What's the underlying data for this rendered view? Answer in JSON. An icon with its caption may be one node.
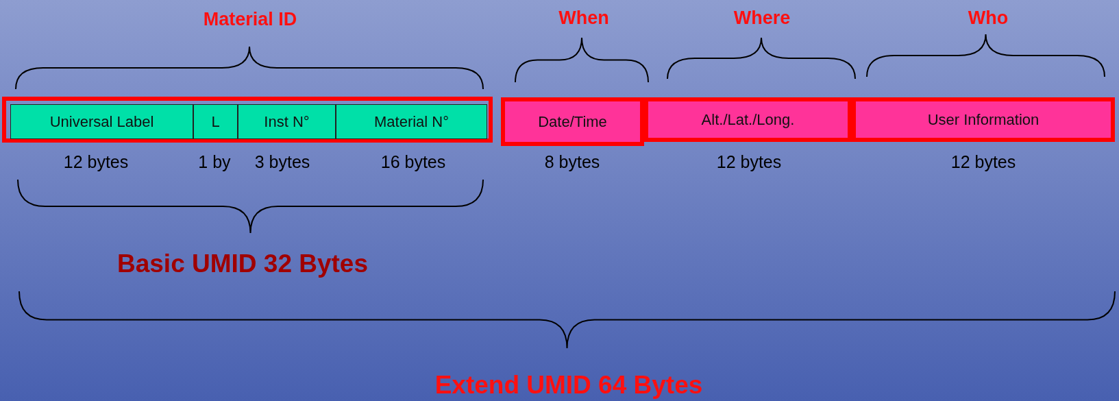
{
  "diagram": {
    "nodes": [
      {
        "text": [],
        "shape": "box"
      },
      {
        "text": [
          "Universal Label"
        ],
        "in": 0,
        "beside": [
          "12 bytes"
        ]
      },
      {
        "text": [
          "L"
        ],
        "in": 0,
        "beside": [
          "1 by"
        ]
      },
      {
        "text": [
          "Inst N°"
        ],
        "in": 0,
        "beside": [
          "3 bytes"
        ]
      },
      {
        "text": [
          "Material N°"
        ],
        "in": 0,
        "beside": [
          "16 bytes"
        ]
      },
      {
        "text": [
          "Date/Time"
        ],
        "beside": [
          "8 bytes"
        ]
      },
      {
        "text": [
          "Alt./Lat./Long."
        ],
        "beside": [
          "12 bytes"
        ]
      },
      {
        "text": [
          "User Information"
        ],
        "beside": [
          "12 bytes"
        ]
      }
    ],
    "labels": [
      "Material ID",
      "When",
      "Where",
      "Who",
      "Basic UMID 32 Bytes",
      "Extend UMID 64 Bytes"
    ]
  }
}
